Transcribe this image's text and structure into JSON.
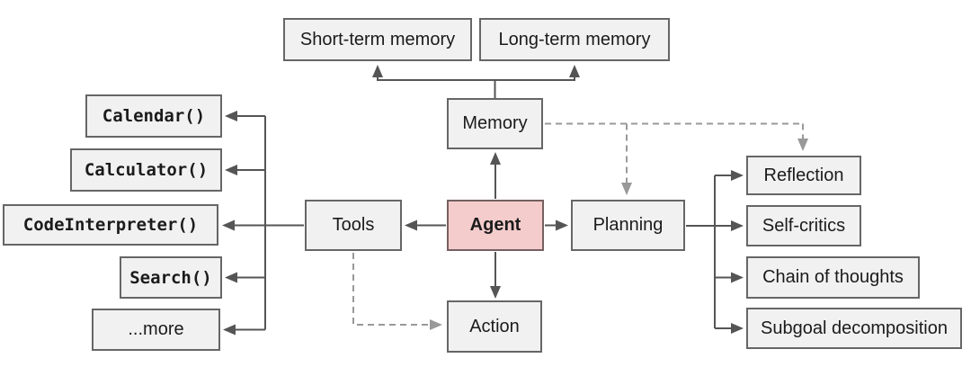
{
  "diagram": {
    "nodes": {
      "short_term": {
        "label": "Short-term memory"
      },
      "long_term": {
        "label": "Long-term memory"
      },
      "memory": {
        "label": "Memory"
      },
      "calendar": {
        "label": "Calendar()"
      },
      "calculator": {
        "label": "Calculator()"
      },
      "code_interpreter": {
        "label": "CodeInterpreter()"
      },
      "search": {
        "label": "Search()"
      },
      "more": {
        "label": "...more"
      },
      "tools": {
        "label": "Tools"
      },
      "agent": {
        "label": "Agent"
      },
      "planning": {
        "label": "Planning"
      },
      "action": {
        "label": "Action"
      },
      "reflection": {
        "label": "Reflection"
      },
      "self_critics": {
        "label": "Self-critics"
      },
      "chain_of_thoughts": {
        "label": "Chain of thoughts"
      },
      "subgoal_decomposition": {
        "label": "Subgoal decomposition"
      }
    },
    "edges": [
      {
        "from": "memory",
        "to": "short_term",
        "style": "solid"
      },
      {
        "from": "memory",
        "to": "long_term",
        "style": "solid"
      },
      {
        "from": "agent",
        "to": "memory",
        "style": "solid"
      },
      {
        "from": "agent",
        "to": "tools",
        "style": "solid"
      },
      {
        "from": "agent",
        "to": "planning",
        "style": "solid"
      },
      {
        "from": "agent",
        "to": "action",
        "style": "solid"
      },
      {
        "from": "tools",
        "to": "calendar",
        "style": "solid"
      },
      {
        "from": "tools",
        "to": "calculator",
        "style": "solid"
      },
      {
        "from": "tools",
        "to": "code_interpreter",
        "style": "solid"
      },
      {
        "from": "tools",
        "to": "search",
        "style": "solid"
      },
      {
        "from": "tools",
        "to": "more",
        "style": "solid"
      },
      {
        "from": "planning",
        "to": "reflection",
        "style": "solid"
      },
      {
        "from": "planning",
        "to": "self_critics",
        "style": "solid"
      },
      {
        "from": "planning",
        "to": "chain_of_thoughts",
        "style": "solid"
      },
      {
        "from": "planning",
        "to": "subgoal_decomposition",
        "style": "solid"
      },
      {
        "from": "tools",
        "to": "action",
        "style": "dashed"
      },
      {
        "from": "memory",
        "to": "planning",
        "style": "dashed"
      },
      {
        "from": "memory",
        "to": "reflection",
        "style": "dashed"
      }
    ],
    "colors": {
      "node_fill": "#f1f1f1",
      "agent_fill": "#f4cccc",
      "node_border": "#666666",
      "solid_arrow": "#555555",
      "dashed_arrow": "#999999",
      "background": "#ffffff"
    }
  }
}
